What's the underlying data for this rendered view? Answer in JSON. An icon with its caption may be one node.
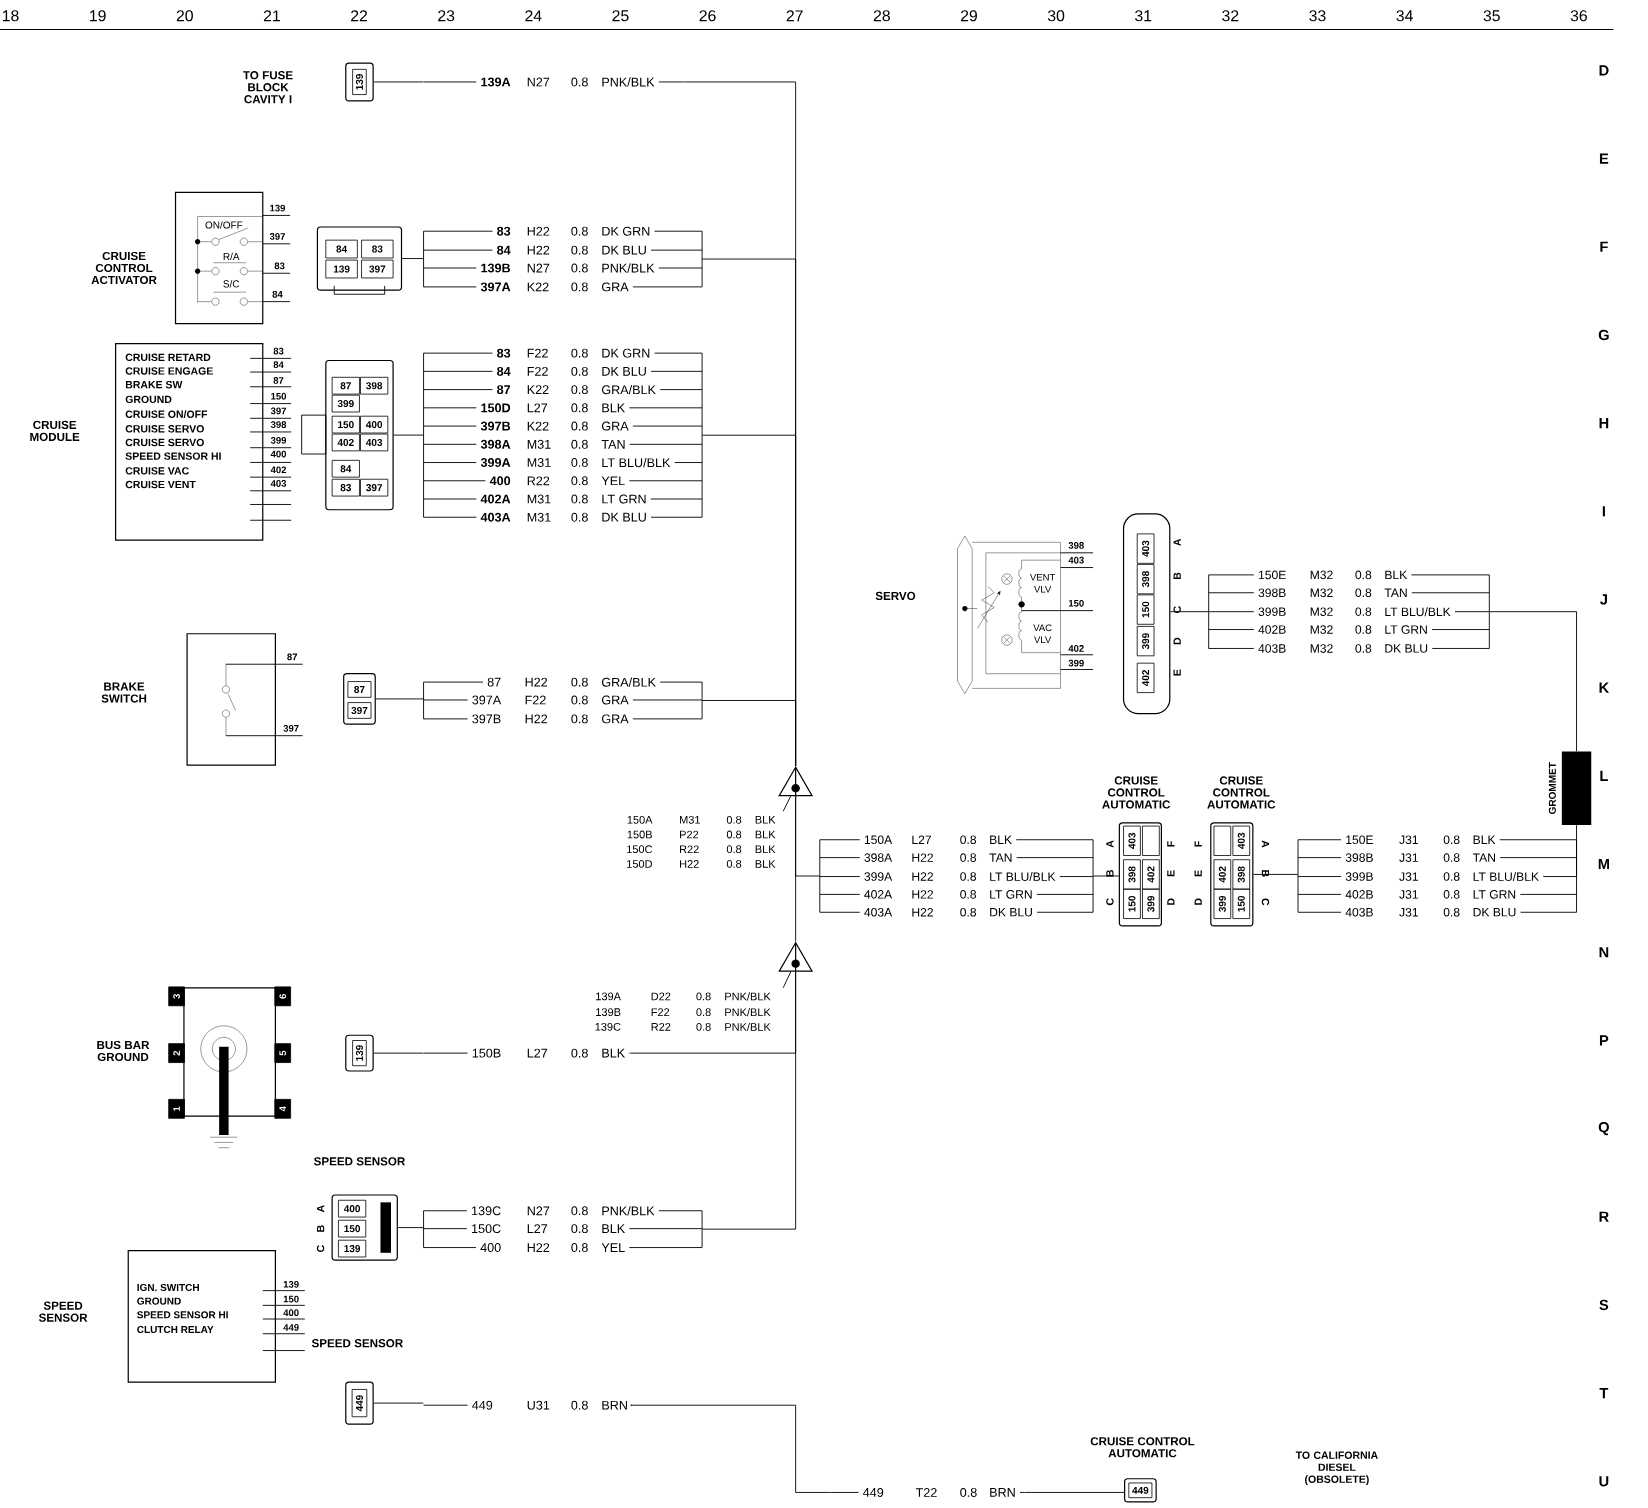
{
  "diagram": {
    "nodes": [
      {
        "text": [
          "139"
        ]
      },
      {
        "text": [
          "139A",
          "N27",
          "0.8",
          "PNK/BLK"
        ]
      },
      {
        "text": [
          "CRUISE CONTROL ACTIVATOR",
          "ON/OFF",
          "R/A",
          "S/C",
          "139",
          "397",
          "83",
          "84"
        ]
      },
      {
        "text": [
          "84",
          "83",
          "139",
          "397"
        ]
      },
      {
        "text": [
          "83",
          "H22",
          "0.8",
          "DK GRN",
          "84",
          "H22",
          "0.8",
          "DK BLU",
          "139B",
          "N27",
          "0.8",
          "PNK/BLK",
          "397A",
          "K22",
          "0.8",
          "GRA"
        ]
      },
      {
        "text": [
          "CRUISE MODULE",
          "CRUISE RETARD",
          "CRUISE ENGAGE",
          "BRAKE SW",
          "GROUND",
          "CRUISE ON/OFF",
          "CRUISE SERVO",
          "CRUISE SERVO",
          "SPEED SENSOR HI",
          "CRUISE VAC",
          "CRUISE VENT",
          "83",
          "84",
          "87",
          "150",
          "397",
          "398",
          "399",
          "400",
          "402",
          "403"
        ]
      },
      {
        "text": [
          "87",
          "398",
          "399",
          "150",
          "400",
          "402",
          "403",
          "84",
          "83",
          "397"
        ]
      },
      {
        "text": [
          "83",
          "F22",
          "0.8",
          "DK GRN",
          "84",
          "F22",
          "0.8",
          "DK BLU",
          "87",
          "K22",
          "0.8",
          "GRA/BLK",
          "150D",
          "L27",
          "0.8",
          "BLK",
          "397B",
          "K22",
          "0.8",
          "GRA",
          "398A",
          "M31",
          "0.8",
          "TAN",
          "399A",
          "M31",
          "0.8",
          "LT BLU/BLK",
          "400",
          "R22",
          "0.8",
          "YEL",
          "402A",
          "M31",
          "0.8",
          "LT GRN",
          "403A",
          "M31",
          "0.8",
          "DK BLU"
        ]
      },
      {
        "text": [
          "SERVO",
          "VENT VLV",
          "VAC VLV",
          "398",
          "403",
          "150",
          "402",
          "399"
        ]
      },
      {
        "text": [
          "403",
          "398",
          "150",
          "399",
          "402"
        ],
        "beside": [
          "A",
          "B",
          "C",
          "D",
          "E"
        ]
      },
      {
        "text": [
          "150E",
          "M32",
          "0.8",
          "BLK",
          "398B",
          "M32",
          "0.8",
          "TAN",
          "399B",
          "M32",
          "0.8",
          "LT BLU/BLK",
          "402B",
          "M32",
          "0.8",
          "LT GRN",
          "403B",
          "M32",
          "0.8",
          "DK BLU"
        ]
      },
      {
        "text": [
          "BRAKE SWITCH",
          "87",
          "397"
        ]
      },
      {
        "text": [
          "87",
          "397"
        ]
      },
      {
        "text": [
          "87",
          "H22",
          "0.8",
          "GRA/BLK",
          "397A",
          "F22",
          "0.8",
          "GRA",
          "397B",
          "H22",
          "0.8",
          "GRA"
        ]
      },
      {
        "text": [
          "GROMMET"
        ]
      },
      {
        "text": [],
        "shape": "triangle"
      },
      {
        "text": [
          "150A",
          "M31",
          "0.8",
          "BLK",
          "150B",
          "P22",
          "0.8",
          "BLK",
          "150C",
          "R22",
          "0.8",
          "BLK",
          "150D",
          "H22",
          "0.8",
          "BLK"
        ]
      },
      {
        "text": [
          "150A",
          "L27",
          "0.8",
          "BLK",
          "398A",
          "H22",
          "0.8",
          "TAN",
          "399A",
          "H22",
          "0.8",
          "LT BLU/BLK",
          "402A",
          "H22",
          "0.8",
          "LT GRN",
          "403A",
          "H22",
          "0.8",
          "DK BLU"
        ]
      },
      {
        "text": [
          "CRUISE CONTROL AUTOMATIC",
          "403",
          "398",
          "402",
          "150",
          "399",
          "A",
          "B",
          "C",
          "F",
          "E",
          "D"
        ]
      },
      {
        "text": [
          "CRUISE CONTROL AUTOMATIC",
          "403",
          "402",
          "398",
          "399",
          "150",
          "F",
          "E",
          "D",
          "A",
          "B",
          "C"
        ]
      },
      {
        "text": [
          "150E",
          "J31",
          "0.8",
          "BLK",
          "398B",
          "J31",
          "0.8",
          "TAN",
          "399B",
          "J31",
          "0.8",
          "LT BLU/BLK",
          "402B",
          "J31",
          "0.8",
          "LT GRN",
          "403B",
          "J31",
          "0.8",
          "DK BLU"
        ]
      },
      {
        "text": [],
        "shape": "triangle"
      },
      {
        "text": [
          "139A",
          "D22",
          "0.8",
          "PNK/BLK",
          "139B",
          "F22",
          "0.8",
          "PNK/BLK",
          "139C",
          "R22",
          "0.8",
          "PNK/BLK"
        ]
      },
      {
        "text": [
          "BUS BAR GROUND",
          "3",
          "6",
          "2",
          "5",
          "1",
          "4"
        ]
      },
      {
        "text": [
          "139"
        ]
      },
      {
        "text": [
          "150B",
          "L27",
          "0.8",
          "BLK"
        ]
      },
      {
        "text": [
          "SPEED SENSOR",
          "400",
          "150",
          "139",
          "A",
          "B",
          "C"
        ]
      },
      {
        "text": [
          "139C",
          "N27",
          "0.8",
          "PNK/BLK",
          "150C",
          "L27",
          "0.8",
          "BLK",
          "400",
          "H22",
          "0.8",
          "YEL"
        ]
      },
      {
        "text": [
          "SPEED SENSOR",
          "IGN. SWITCH",
          "GROUND",
          "SPEED SENSOR HI",
          "CLUTCH RELAY",
          "139",
          "150",
          "400",
          "449"
        ]
      },
      {
        "text": [
          "SPEED SENSOR",
          "449"
        ]
      },
      {
        "text": [
          "449",
          "U31",
          "0.8",
          "BRN"
        ]
      },
      {
        "text": [
          "449",
          "T22",
          "0.8",
          "BRN"
        ]
      },
      {
        "text": [
          "CRUISE CONTROL AUTOMATIC",
          "449"
        ]
      }
    ],
    "edges": [
      {
        "from": 0,
        "to": 1,
        "arrow": "none"
      },
      {
        "from": 1,
        "to": 15,
        "arrow": "none"
      },
      {
        "from": 3,
        "to": 4,
        "arrow": "none"
      },
      {
        "from": 4,
        "to": 15,
        "arrow": "none"
      },
      {
        "from": 6,
        "to": 7,
        "arrow": "none"
      },
      {
        "from": 7,
        "to": 15,
        "arrow": "none"
      },
      {
        "from": 12,
        "to": 13,
        "arrow": "none"
      },
      {
        "from": 13,
        "to": 15,
        "arrow": "none"
      },
      {
        "from": 16,
        "to": 15,
        "arrow": "none"
      },
      {
        "from": 15,
        "to": 21,
        "arrow": "none"
      },
      {
        "from": 15,
        "to": 17,
        "arrow": "none"
      },
      {
        "from": 17,
        "to": 18,
        "arrow": "none"
      },
      {
        "from": 19,
        "to": 20,
        "arrow": "none"
      },
      {
        "from": 20,
        "to": 14,
        "arrow": "none"
      },
      {
        "from": 14,
        "to": 10,
        "arrow": "none"
      },
      {
        "from": 10,
        "to": 9,
        "arrow": "none"
      },
      {
        "from": 22,
        "to": 21,
        "arrow": "none"
      },
      {
        "from": 24,
        "to": 25,
        "arrow": "none"
      },
      {
        "from": 25,
        "to": 21,
        "arrow": "none"
      },
      {
        "from": 26,
        "to": 27,
        "arrow": "none"
      },
      {
        "from": 27,
        "to": 21,
        "arrow": "none"
      },
      {
        "from": 29,
        "to": 30,
        "arrow": "none"
      },
      {
        "from": 30,
        "to": 31,
        "arrow": "none"
      },
      {
        "from": 31,
        "to": 32,
        "arrow": "none"
      }
    ],
    "labels": [
      "18",
      "19",
      "20",
      "21",
      "22",
      "23",
      "24",
      "25",
      "26",
      "27",
      "28",
      "29",
      "30",
      "31",
      "32",
      "33",
      "34",
      "35",
      "36",
      "D",
      "E",
      "F",
      "G",
      "H",
      "I",
      "J",
      "K",
      "L",
      "M",
      "N",
      "P",
      "Q",
      "R",
      "S",
      "T",
      "U",
      "TO FUSE BLOCK CAVITY I",
      "TO CALIFORNIA DIESEL (OBSOLETE)"
    ]
  }
}
